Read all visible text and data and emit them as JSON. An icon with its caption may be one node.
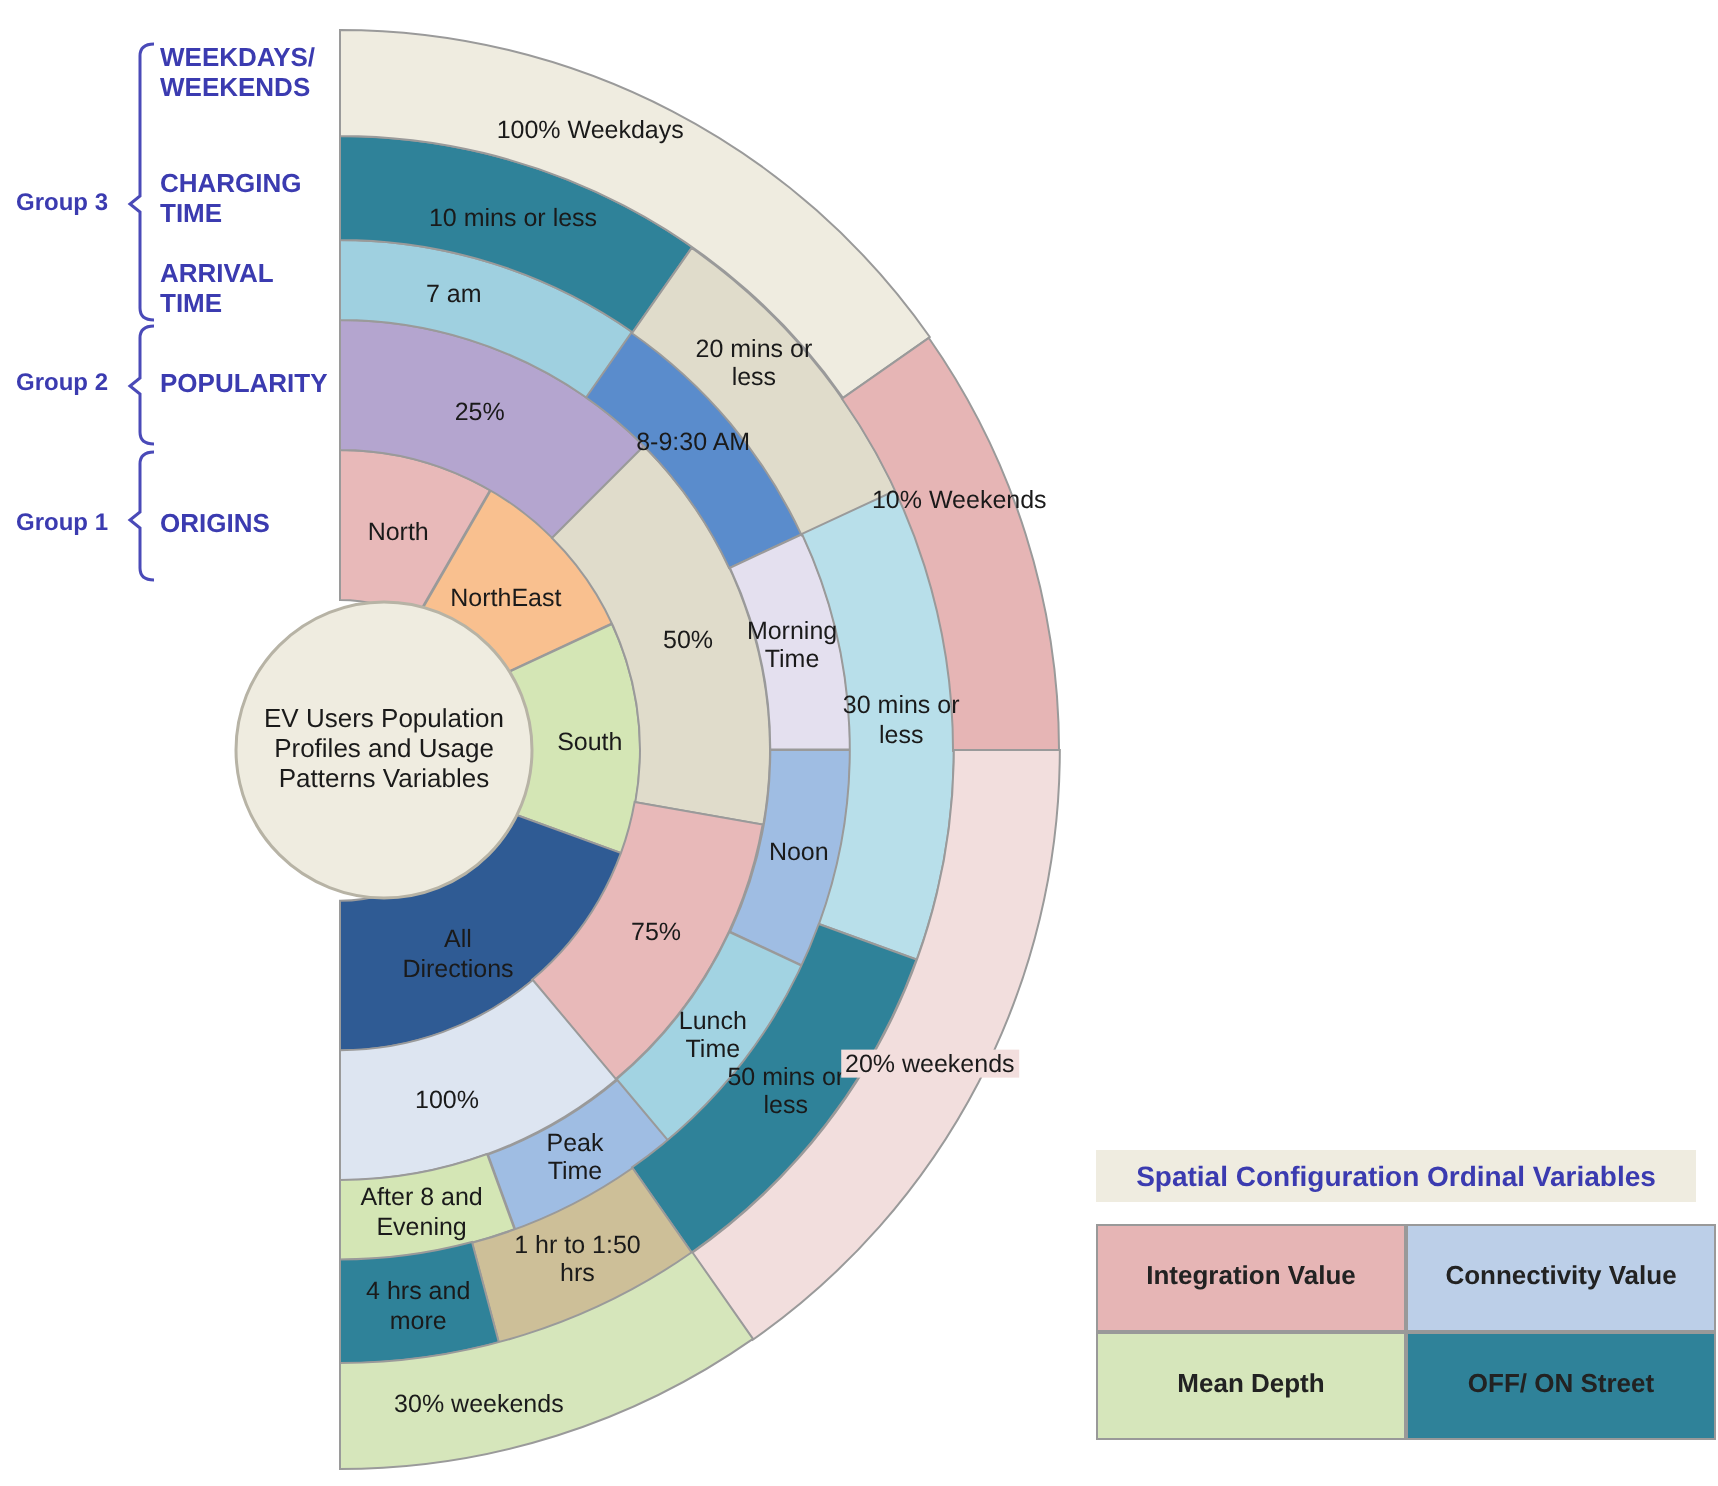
{
  "diagram": {
    "nodes": [
      {
        "text": [
          "EV Users Population Profiles and Usage Patterns Variables"
        ]
      },
      {
        "text": [
          "North"
        ]
      },
      {
        "text": [
          "NorthEast"
        ]
      },
      {
        "text": [
          "South"
        ]
      },
      {
        "text": [
          "All Directions"
        ]
      },
      {
        "text": [
          "25%"
        ]
      },
      {
        "text": [
          "50%"
        ]
      },
      {
        "text": [
          "75%"
        ]
      },
      {
        "text": [
          "100%"
        ]
      },
      {
        "text": [
          "7 am"
        ]
      },
      {
        "text": [
          "8-9:30 AM"
        ]
      },
      {
        "text": [
          "Morning Time"
        ]
      },
      {
        "text": [
          "Noon"
        ]
      },
      {
        "text": [
          "Lunch Time"
        ]
      },
      {
        "text": [
          "Peak Time"
        ]
      },
      {
        "text": [
          "After 8 and Evening"
        ]
      },
      {
        "text": [
          "10 mins or less"
        ]
      },
      {
        "text": [
          "20 mins or less"
        ]
      },
      {
        "text": [
          "30 mins or less"
        ]
      },
      {
        "text": [
          "50 mins or less"
        ]
      },
      {
        "text": [
          "1 hr to 1:50 hrs"
        ]
      },
      {
        "text": [
          "4 hrs and more"
        ]
      },
      {
        "text": [
          "100% Weekdays"
        ]
      },
      {
        "text": [
          "10% Weekends"
        ]
      },
      {
        "text": [
          "20% weekends"
        ]
      },
      {
        "text": [
          "30% weekends"
        ]
      }
    ],
    "labels": [
      "WEEKDAYS/ WEEKENDS",
      "Group 3",
      "CHARGING TIME",
      "ARRIVAL TIME",
      "Group 2",
      "POPULARITY",
      "Group 1",
      "ORIGINS",
      "Spatial Configuration Ordinal Variables"
    ],
    "legend": [
      {
        "text": "Integration Value",
        "color": "#e6b5b5"
      },
      {
        "text": "Connectivity Value",
        "color": "#bccfe8"
      },
      {
        "text": "Mean Depth",
        "color": "#d6e6bb"
      },
      {
        "text": "OFF/ ON Street",
        "color": "#2f8299"
      }
    ]
  }
}
